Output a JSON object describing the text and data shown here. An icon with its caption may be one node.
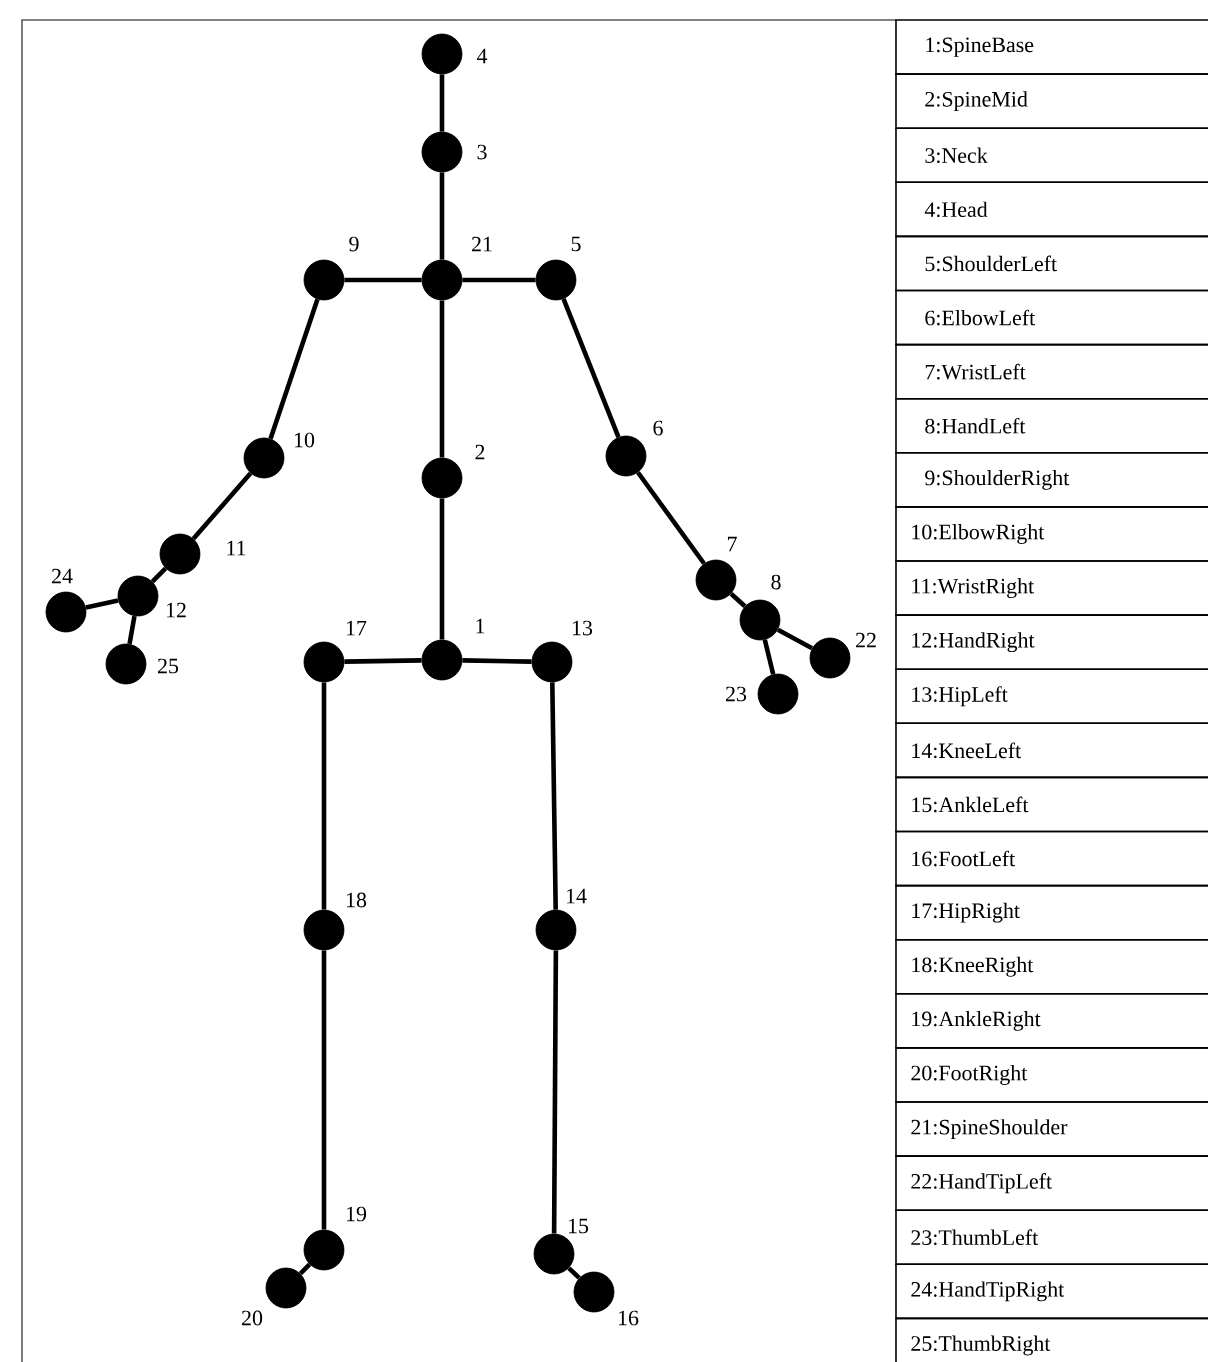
{
  "diagram": {
    "nodes": [
      {
        "text": [],
        "shape": "circle",
        "beside": [
          "1"
        ]
      },
      {
        "text": [],
        "shape": "circle",
        "beside": [
          "2"
        ]
      },
      {
        "text": [],
        "shape": "circle",
        "beside": [
          "3"
        ]
      },
      {
        "text": [],
        "shape": "circle",
        "beside": [
          "4"
        ]
      },
      {
        "text": [],
        "shape": "circle",
        "beside": [
          "5"
        ]
      },
      {
        "text": [],
        "shape": "circle",
        "beside": [
          "6"
        ]
      },
      {
        "text": [],
        "shape": "circle",
        "beside": [
          "7"
        ]
      },
      {
        "text": [],
        "shape": "circle",
        "beside": [
          "8"
        ]
      },
      {
        "text": [],
        "shape": "circle",
        "beside": [
          "9"
        ]
      },
      {
        "text": [],
        "shape": "circle",
        "beside": [
          "10"
        ]
      },
      {
        "text": [],
        "shape": "circle",
        "beside": [
          "11"
        ]
      },
      {
        "text": [],
        "shape": "circle",
        "beside": [
          "12"
        ]
      },
      {
        "text": [],
        "shape": "circle",
        "beside": [
          "13"
        ]
      },
      {
        "text": [],
        "shape": "circle",
        "beside": [
          "14"
        ]
      },
      {
        "text": [],
        "shape": "circle",
        "beside": [
          "15"
        ]
      },
      {
        "text": [],
        "shape": "circle",
        "beside": [
          "16"
        ]
      },
      {
        "text": [],
        "shape": "circle",
        "beside": [
          "17"
        ]
      },
      {
        "text": [],
        "shape": "circle",
        "beside": [
          "18"
        ]
      },
      {
        "text": [],
        "shape": "circle",
        "beside": [
          "19"
        ]
      },
      {
        "text": [],
        "shape": "circle",
        "beside": [
          "20"
        ]
      },
      {
        "text": [],
        "shape": "circle",
        "beside": [
          "21"
        ]
      },
      {
        "text": [],
        "shape": "circle",
        "beside": [
          "22"
        ]
      },
      {
        "text": [],
        "shape": "circle",
        "beside": [
          "23"
        ]
      },
      {
        "text": [],
        "shape": "circle",
        "beside": [
          "24"
        ]
      },
      {
        "text": [],
        "shape": "circle",
        "beside": [
          "25"
        ]
      }
    ],
    "edges": [
      {
        "from": 3,
        "to": 2,
        "arrow": "none"
      },
      {
        "from": 2,
        "to": 20,
        "arrow": "none"
      },
      {
        "from": 20,
        "to": 8,
        "arrow": "none"
      },
      {
        "from": 20,
        "to": 4,
        "arrow": "none"
      },
      {
        "from": 20,
        "to": 1,
        "arrow": "none"
      },
      {
        "from": 1,
        "to": 0,
        "arrow": "none"
      },
      {
        "from": 0,
        "to": 16,
        "arrow": "none"
      },
      {
        "from": 0,
        "to": 12,
        "arrow": "none"
      },
      {
        "from": 16,
        "to": 17,
        "arrow": "none"
      },
      {
        "from": 17,
        "to": 18,
        "arrow": "none"
      },
      {
        "from": 18,
        "to": 19,
        "arrow": "none"
      },
      {
        "from": 12,
        "to": 13,
        "arrow": "none"
      },
      {
        "from": 13,
        "to": 14,
        "arrow": "none"
      },
      {
        "from": 14,
        "to": 15,
        "arrow": "none"
      },
      {
        "from": 4,
        "to": 5,
        "arrow": "none"
      },
      {
        "from": 5,
        "to": 6,
        "arrow": "none"
      },
      {
        "from": 6,
        "to": 7,
        "arrow": "none"
      },
      {
        "from": 7,
        "to": 21,
        "arrow": "none"
      },
      {
        "from": 7,
        "to": 22,
        "arrow": "none"
      },
      {
        "from": 8,
        "to": 9,
        "arrow": "none"
      },
      {
        "from": 9,
        "to": 10,
        "arrow": "none"
      },
      {
        "from": 10,
        "to": 11,
        "arrow": "none"
      },
      {
        "from": 11,
        "to": 23,
        "arrow": "none"
      },
      {
        "from": 11,
        "to": 24,
        "arrow": "none"
      }
    ],
    "labels": [
      "1:SpineBase",
      "2:SpineMid",
      "3:Neck",
      "4:Head",
      "5:ShoulderLeft",
      "6:ElbowLeft",
      "7:WristLeft",
      "8:HandLeft",
      "9:ShoulderRight",
      "10:ElbowRight",
      "11:WristRight",
      "12:HandRight",
      "13:HipLeft",
      "14:KneeLeft",
      "15:AnkleLeft",
      "16:FootLeft",
      "17:HipRight",
      "18:KneeRight",
      "19:AnkleRight",
      "20:FootRight",
      "21:SpineShoulder",
      "22:HandTipLeft",
      "23:ThumbLeft",
      "24:HandTipRight",
      "25:ThumbRight"
    ]
  }
}
